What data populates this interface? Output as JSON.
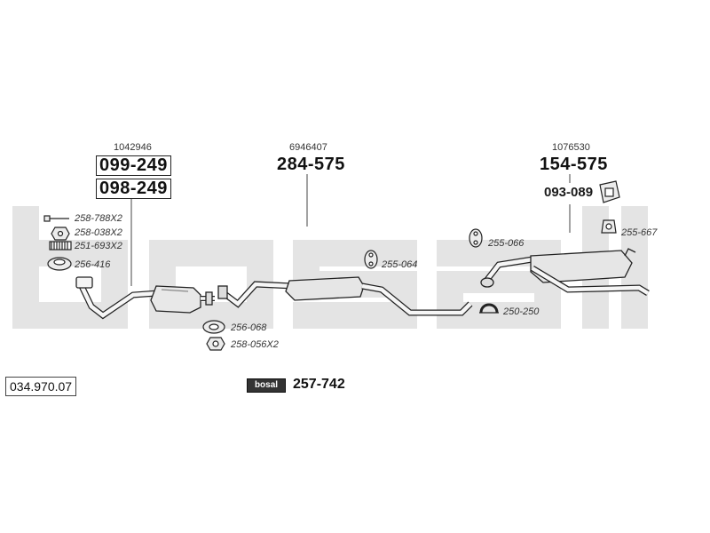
{
  "watermark": "bosal",
  "catalog_number": "034.970.07",
  "groups": [
    {
      "ref": "1042946",
      "codes": [
        "099-249",
        "098-249"
      ]
    },
    {
      "ref": "6946407",
      "codes": [
        "284-575"
      ]
    },
    {
      "ref": "1076530",
      "codes": [
        "154-575",
        "093-089"
      ]
    }
  ],
  "part_labels": {
    "p1": "258-788X2",
    "p2": "258-038X2",
    "p3": "251-693X2",
    "p4": "256-416",
    "p5": "256-068",
    "p6": "258-056X2",
    "p7": "255-064",
    "p8": "255-066",
    "p9": "250-250",
    "p10": "255-667"
  },
  "kit": {
    "logo": "bosal",
    "code": "257-742"
  }
}
